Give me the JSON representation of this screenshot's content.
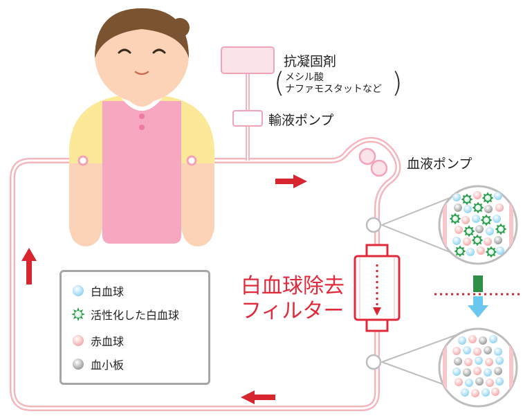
{
  "labels": {
    "anticoagulant": "抗凝固剤",
    "anticoagulant_examples": [
      "メシル酸",
      "ナファモスタットなど"
    ],
    "infusion_pump": "輸液ポンプ",
    "blood_pump": "血液ポンプ",
    "filter_name": [
      "白血球除去",
      "フィルター"
    ]
  },
  "legend": {
    "items": [
      {
        "label": "白血球",
        "icon": "white-blood-cell"
      },
      {
        "label": "活性化した白血球",
        "icon": "activated-white-blood-cell"
      },
      {
        "label": "赤血球",
        "icon": "red-blood-cell"
      },
      {
        "label": "血小板",
        "icon": "platelet"
      }
    ]
  },
  "colors": {
    "tube": "#f4b6bc",
    "arrow_red": "#d7262f",
    "filter_red": "#e02a3c",
    "skin": "#fcd3b6",
    "hair": "#7a5330",
    "shirt": "#fbe899",
    "apron": "#f5a8c0",
    "white_cell": "#bfe6f7",
    "activated_cell": "#2e9e4f",
    "red_cell": "#f9c9c9",
    "platelet": "#bdbdbd",
    "green_arrow": "#2f8f48",
    "blue_arrow": "#6ac8ef"
  }
}
